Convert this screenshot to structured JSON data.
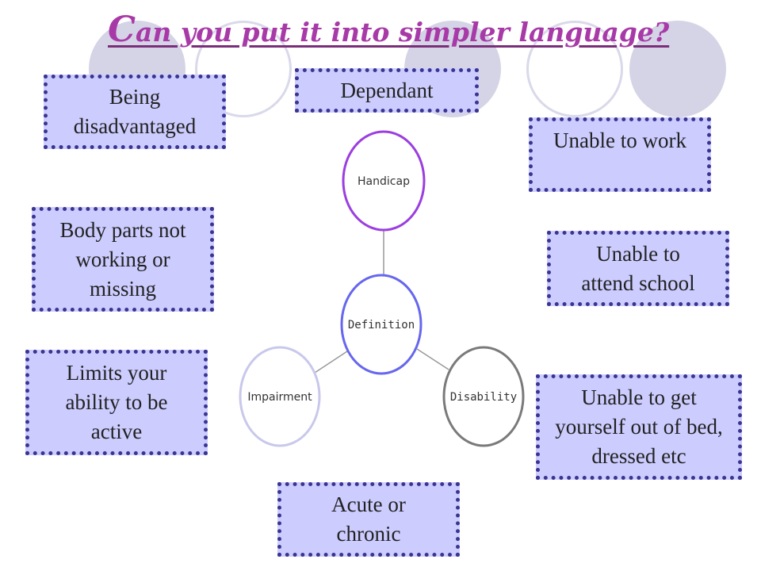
{
  "title": {
    "first_letter": "C",
    "rest": "an you put it into simpler language?"
  },
  "diagram": {
    "center": {
      "label": "Definition",
      "color": "#6666ee"
    },
    "nodes": [
      {
        "label": "Handicap",
        "color": "#9b3ee0"
      },
      {
        "label": "Impairment",
        "color": "#c8c8ec"
      },
      {
        "label": "Disability",
        "color": "#7a7a7a"
      }
    ]
  },
  "boxes": [
    {
      "text": "Being disadvantaged"
    },
    {
      "text": "Dependant"
    },
    {
      "text": "Unable to work"
    },
    {
      "text": "Body parts not working or missing"
    },
    {
      "text": "Unable to attend school"
    },
    {
      "text": "Limits your ability to be active"
    },
    {
      "text": "Unable to get yourself  out of bed, dressed etc"
    },
    {
      "text": "Acute or chronic"
    }
  ],
  "colors": {
    "box_fill": "#ccccff",
    "box_border": "#3a3590",
    "title": "#a83aa8",
    "deco": "#d4d4e6"
  }
}
